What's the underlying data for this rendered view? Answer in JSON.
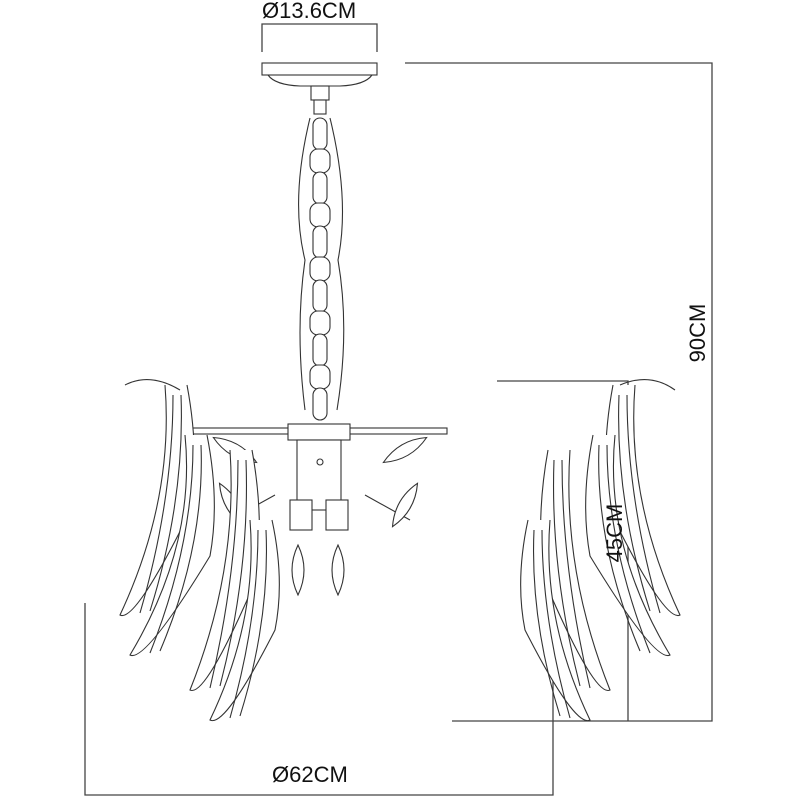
{
  "dimensions": {
    "canopy_diameter": "Ø13.6CM",
    "total_height": "90CM",
    "body_height": "45CM",
    "body_diameter": "Ø62CM"
  }
}
